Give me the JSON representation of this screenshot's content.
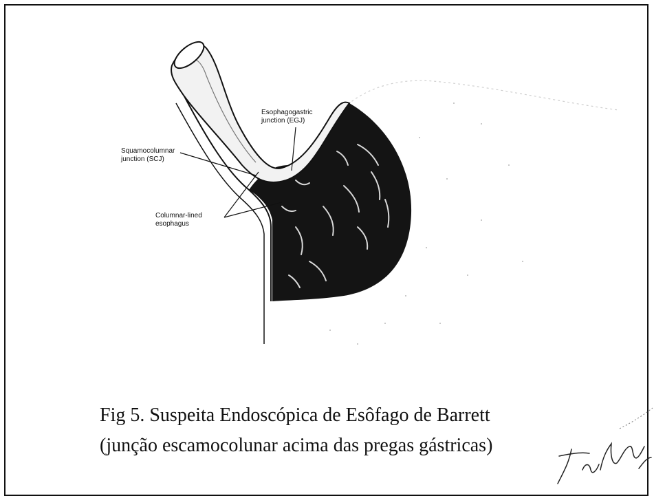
{
  "labels": {
    "egj": "Esophagogastric\njunction (EGJ)",
    "scj": "Squamocolumnar\njunction (SCJ)",
    "columnar": "Columnar-lined\nesophagus"
  },
  "caption": {
    "line1": "Fig 5. Suspeita Endoscópica de Esôfago de Barrett",
    "line2": "(junção escamocolunar acima das pregas gástricas)"
  },
  "colors": {
    "ink": "#111111",
    "mucosa_dark": "#141414",
    "esophagus_light": "#f2f2f2",
    "stomach_stipple": "#b8b8b8"
  },
  "signature": {
    "description": "handwritten signature",
    "text": "Trufer"
  }
}
